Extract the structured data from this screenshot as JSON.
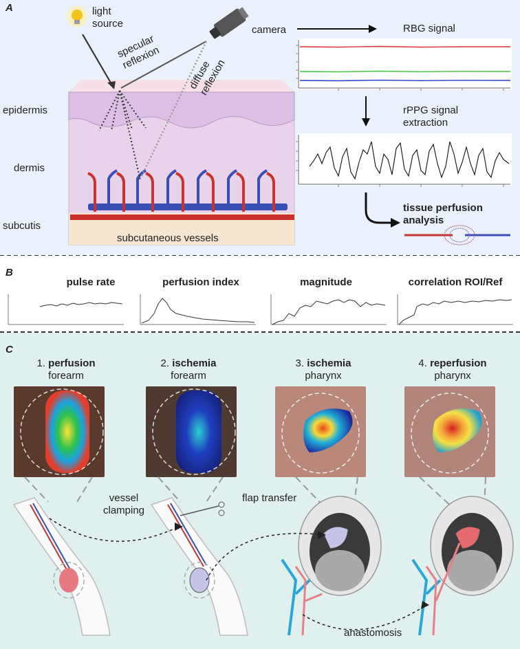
{
  "panelA": {
    "label": "A",
    "light_source": "light\nsource",
    "camera": "camera",
    "specular": "specular\nreflexion",
    "diffuse": "diffuse\nreflexion",
    "layers": [
      "epidermis",
      "dermis",
      "subcutis"
    ],
    "vessels": "subcutaneous vessels",
    "rgb_signal": "RBG signal",
    "rppg": "rPPG signal\nextraction",
    "tissue": "tissue perfusion\nanalysis",
    "colors": {
      "red": "#d9302c",
      "green": "#3cc43c",
      "blue": "#2a37c9",
      "vessel_red": "#c8322e",
      "vessel_blue": "#3a4fb5"
    }
  },
  "panelB": {
    "label": "B",
    "titles": [
      "pulse rate",
      "perfusion index",
      "magnitude",
      "correlation ROI/Ref"
    ]
  },
  "panelC": {
    "label": "C",
    "stages": [
      {
        "num": "1.",
        "bold": "perfusion",
        "sub": "forearm"
      },
      {
        "num": "2.",
        "bold": "ischemia",
        "sub": "forearm"
      },
      {
        "num": "3.",
        "bold": "ischemia",
        "sub": "pharynx"
      },
      {
        "num": "4.",
        "bold": "reperfusion",
        "sub": "pharynx"
      }
    ],
    "vessel_clamping": "vessel\nclamping",
    "flap_transfer": "flap transfer",
    "anastomosis": "anastomosis"
  }
}
